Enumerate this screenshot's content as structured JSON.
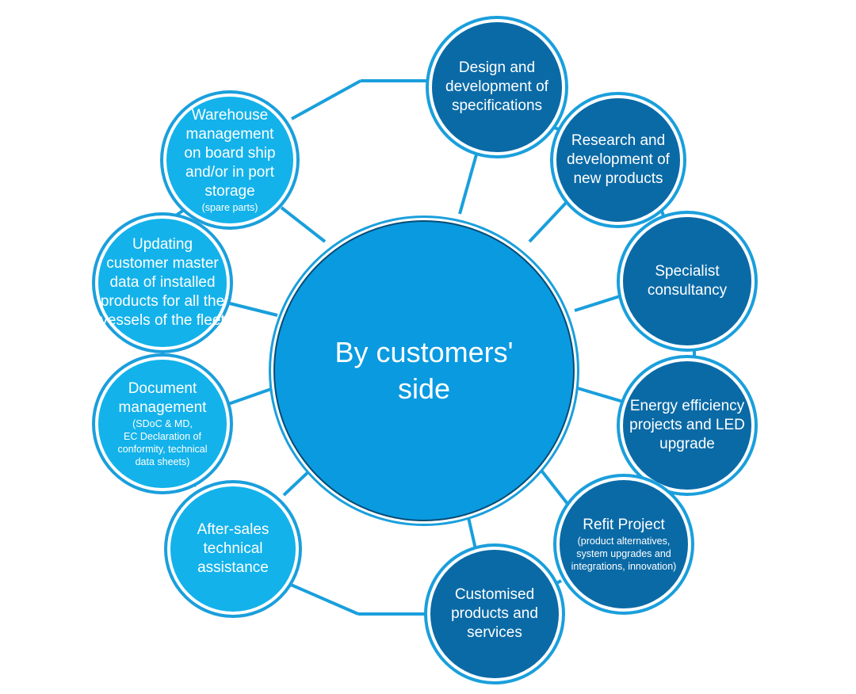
{
  "colors": {
    "line": "#1a9fdc",
    "dark_node": "#0a6aa6",
    "light_node": "#13b2ea",
    "center_node": "#0a9ae0",
    "text": "#ffffff"
  },
  "center": {
    "title": "By customers'\nside"
  },
  "nodes": {
    "design": {
      "title": "Design and\ndevelopment of\nspecifications",
      "sub": ""
    },
    "research": {
      "title": "Research and\ndevelopment of\nnew products",
      "sub": ""
    },
    "consultancy": {
      "title": "Specialist\nconsultancy",
      "sub": ""
    },
    "energy": {
      "title": "Energy efficiency\nprojects and LED\nupgrade",
      "sub": ""
    },
    "refit": {
      "title": "Refit Project",
      "sub": "(product alternatives,\nsystem upgrades and\nintegrations, innovation)"
    },
    "customised": {
      "title": "Customised\nproducts and\nservices",
      "sub": ""
    },
    "aftersales": {
      "title": "After-sales\ntechnical\nassistance",
      "sub": ""
    },
    "document": {
      "title": "Document\nmanagement",
      "sub": "(SDoC & MD,\nEC Declaration of\nconformity, technical\ndata sheets)"
    },
    "updating": {
      "title": "Updating\ncustomer master\ndata of installed\nproducts for all the\nvessels of the fleet",
      "sub": ""
    },
    "warehouse": {
      "title": "Warehouse\nmanagement\non board ship\nand/or in port\nstorage",
      "sub": "(spare parts)"
    }
  }
}
